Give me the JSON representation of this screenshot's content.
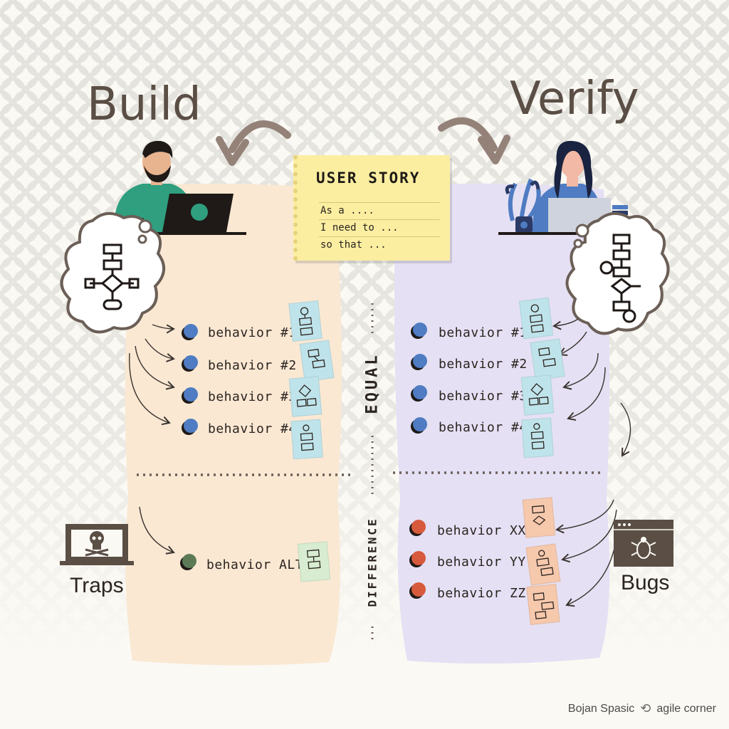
{
  "titles": {
    "build": "Build",
    "verify": "Verify"
  },
  "user_story": {
    "title": "USER STORY",
    "lines": [
      "As a ....",
      "I need to ...",
      "so that ..."
    ]
  },
  "center": {
    "equal": "EQUAL",
    "difference": "DIFFERENCE"
  },
  "build_behaviors": [
    "behavior #1",
    "behavior #2",
    "behavior #3",
    "behavior #4"
  ],
  "verify_behaviors": [
    "behavior #1",
    "behavior #2",
    "behavior #3",
    "behavior #4"
  ],
  "build_extra": "behavior ALT",
  "verify_extra": [
    "behavior XX",
    "behavior YY",
    "behavior ZZ"
  ],
  "labels": {
    "traps": "Traps",
    "bugs": "Bugs"
  },
  "credit": {
    "author": "Bojan Spasic",
    "brand": "agile corner"
  },
  "colors": {
    "build_panel": "#fae8d3",
    "verify_panel": "#e5e0f4",
    "dot_blue": "#4f7cc2",
    "dot_green": "#5b7a55",
    "dot_red": "#d65a3b",
    "text_brown": "#5a4e45"
  },
  "icons": {
    "traps": "skull-laptop-icon",
    "bugs": "bug-browser-icon",
    "flowchart": "flowchart-icon",
    "arrow": "curved-arrow-icon"
  }
}
